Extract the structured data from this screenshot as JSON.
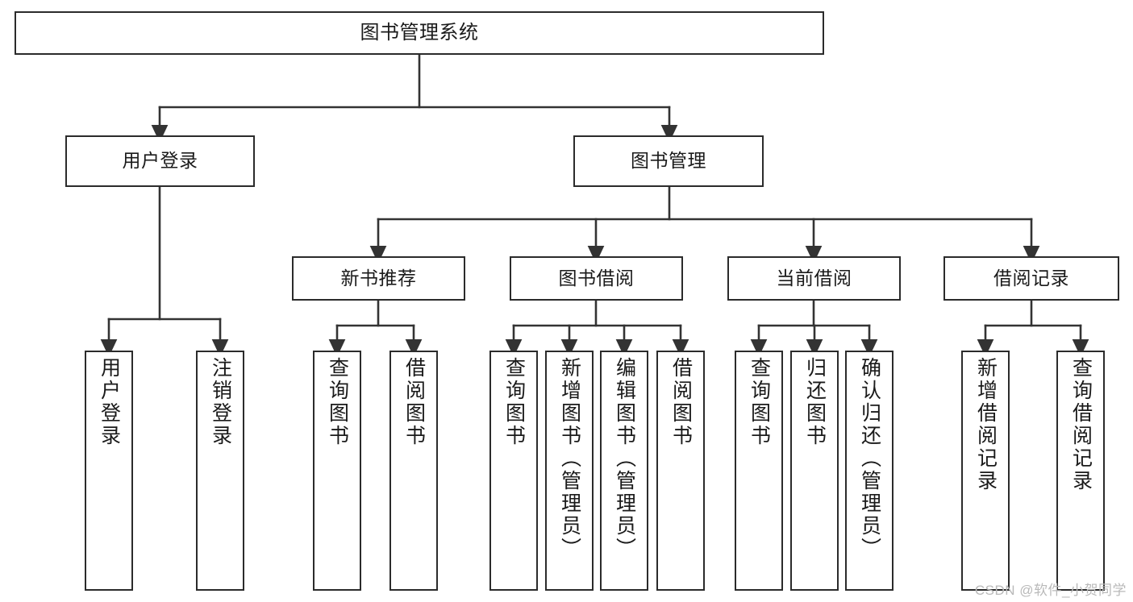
{
  "diagram": {
    "title": "图书管理系统",
    "type": "tree",
    "watermark": "CSDN @软件_小贺同学",
    "colors": {
      "box_border": "#2b2b2b",
      "box_fill": "#ffffff",
      "connector": "#333333",
      "text": "#1a1a1a",
      "watermark": "#b9b9b9"
    },
    "nodes": {
      "root": {
        "label": "图书管理系统"
      },
      "level2": [
        {
          "label": "用户登录"
        },
        {
          "label": "图书管理"
        }
      ],
      "level3": [
        {
          "label": "新书推荐"
        },
        {
          "label": "图书借阅"
        },
        {
          "label": "当前借阅"
        },
        {
          "label": "借阅记录"
        }
      ],
      "leaves": {
        "user_login": [
          {
            "label": "用户登录"
          },
          {
            "label": "注销登录"
          }
        ],
        "new_book_recommend": [
          {
            "label": "查询图书"
          },
          {
            "label": "借阅图书"
          }
        ],
        "book_borrow": [
          {
            "label": "查询图书"
          },
          {
            "label": "新增图书（管理员）"
          },
          {
            "label": "编辑图书（管理员）"
          },
          {
            "label": "借阅图书"
          }
        ],
        "current_borrow": [
          {
            "label": "查询图书"
          },
          {
            "label": "归还图书"
          },
          {
            "label": "确认归还（管理员）"
          }
        ],
        "borrow_record": [
          {
            "label": "新增借阅记录"
          },
          {
            "label": "查询借阅记录"
          }
        ]
      }
    }
  }
}
